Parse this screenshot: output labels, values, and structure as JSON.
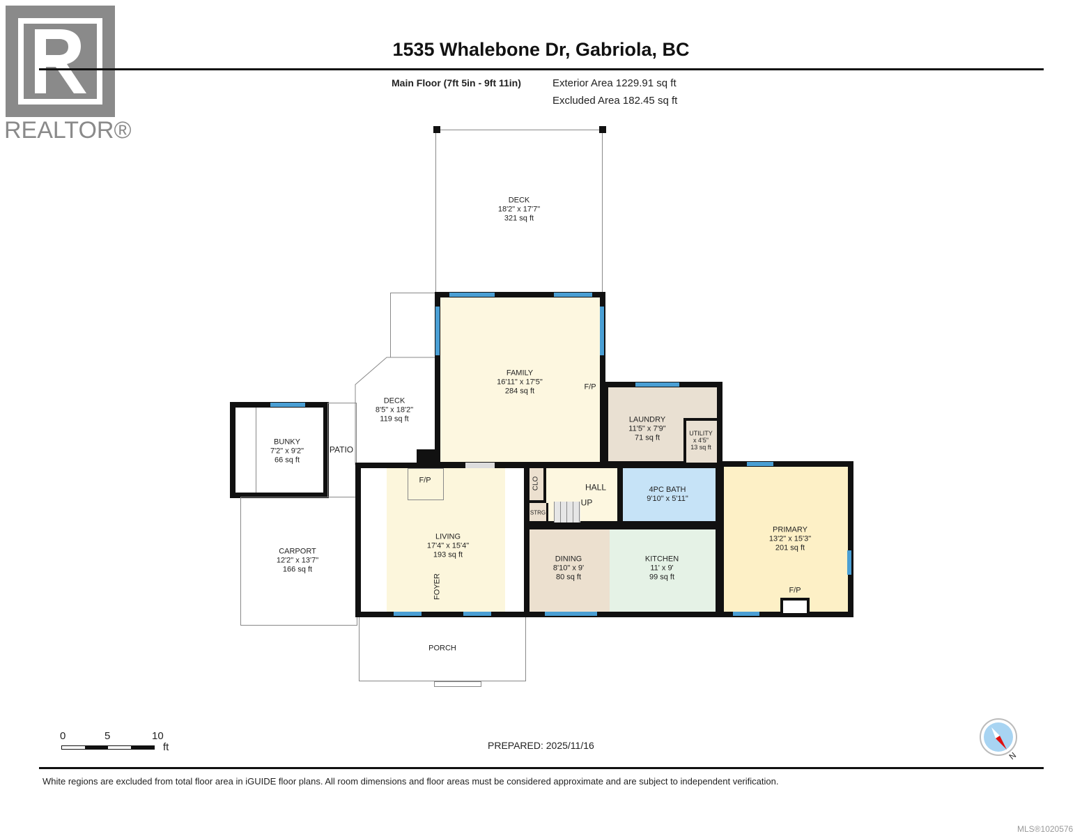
{
  "logo": {
    "text": "REALTOR®"
  },
  "header": {
    "title": "1535 Whalebone Dr, Gabriola, BC",
    "floor": "Main Floor (7ft 5in - 9ft 11in)",
    "exterior_area": "Exterior Area 1229.91 sq ft",
    "excluded_area": "Excluded Area 182.45 sq ft"
  },
  "rooms": {
    "deck_top": {
      "name": "DECK",
      "dims": "18'2\" x 17'7\"",
      "area": "321 sq ft"
    },
    "family": {
      "name": "FAMILY",
      "dims": "16'11\" x 17'5\"",
      "area": "284 sq ft",
      "fp": "F/P"
    },
    "deck_side": {
      "name": "DECK",
      "dims": "8'5\" x 18'2\"",
      "area": "119 sq ft"
    },
    "laundry": {
      "name": "LAUNDRY",
      "dims": "11'5\" x 7'9\"",
      "area": "71 sq ft"
    },
    "utility": {
      "name": "UTILITY",
      "dims": "x 4'5\"",
      "area": "13 sq ft"
    },
    "bunky": {
      "name": "BUNKY",
      "dims": "7'2\" x 9'2\"",
      "area": "66 sq ft"
    },
    "patio": {
      "name": "PATIO"
    },
    "living": {
      "name": "LIVING",
      "dims": "17'4\" x 15'4\"",
      "area": "193 sq ft",
      "fp": "F/P",
      "foyer": "FOYER"
    },
    "hall": {
      "name": "HALL",
      "up": "UP",
      "clo": "CLO",
      "strg": "STRG"
    },
    "bath": {
      "name": "4PC BATH",
      "dims": "9'10\" x 5'11\""
    },
    "dining": {
      "name": "DINING",
      "dims": "8'10\" x 9'",
      "area": "80 sq ft"
    },
    "kitchen": {
      "name": "KITCHEN",
      "dims": "11' x 9'",
      "area": "99 sq ft"
    },
    "primary": {
      "name": "PRIMARY",
      "dims": "13'2\" x 15'3\"",
      "area": "201 sq ft",
      "fp": "F/P"
    },
    "carport": {
      "name": "CARPORT",
      "dims": "12'2\" x 13'7\"",
      "area": "166 sq ft"
    },
    "porch": {
      "name": "PORCH"
    }
  },
  "colors": {
    "family": "#fdf7e0",
    "laundry": "#e9e0d2",
    "bath": "#c6e3f7",
    "dining": "#ece0cf",
    "kitchen": "#e5f2e6",
    "primary": "#fdf0c6",
    "living": "#fcf6dc",
    "window": "#4a9fd4"
  },
  "scale": {
    "ticks": [
      "0",
      "5",
      "10"
    ],
    "unit": "ft"
  },
  "prepared": "PREPARED: 2025/11/16",
  "compass": {
    "label": "N"
  },
  "disclaimer": "White regions are excluded from total floor area in iGUIDE floor plans. All room dimensions and floor areas must be considered approximate and are subject to independent verification.",
  "mls": "MLS®1020576"
}
